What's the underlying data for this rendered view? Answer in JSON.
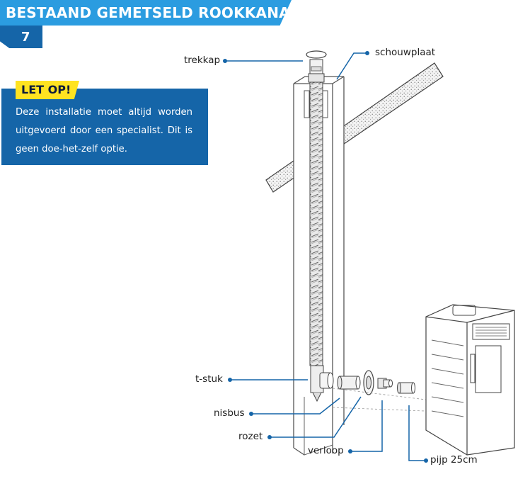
{
  "header": {
    "title": "BESTAAND GEMETSELD ROOKKANAAL",
    "step": "7"
  },
  "notice": {
    "tag": "LET OP!",
    "text": "Deze installatie moet altijd worden uitgevoerd door een specialist. Dit is geen doe-het-zelf optie."
  },
  "labels": {
    "trekkap": "trekkap",
    "schouwplaat": "schouwplaat",
    "t_stuk": "t-stuk",
    "nisbus": "nisbus",
    "rozet": "rozet",
    "verloop": "verloop",
    "pijp": "pijp 25cm"
  },
  "colors": {
    "header": "#2b9ce0",
    "dark_blue": "#1565a8",
    "yellow": "#ffe321",
    "leader": "#1565a8"
  }
}
